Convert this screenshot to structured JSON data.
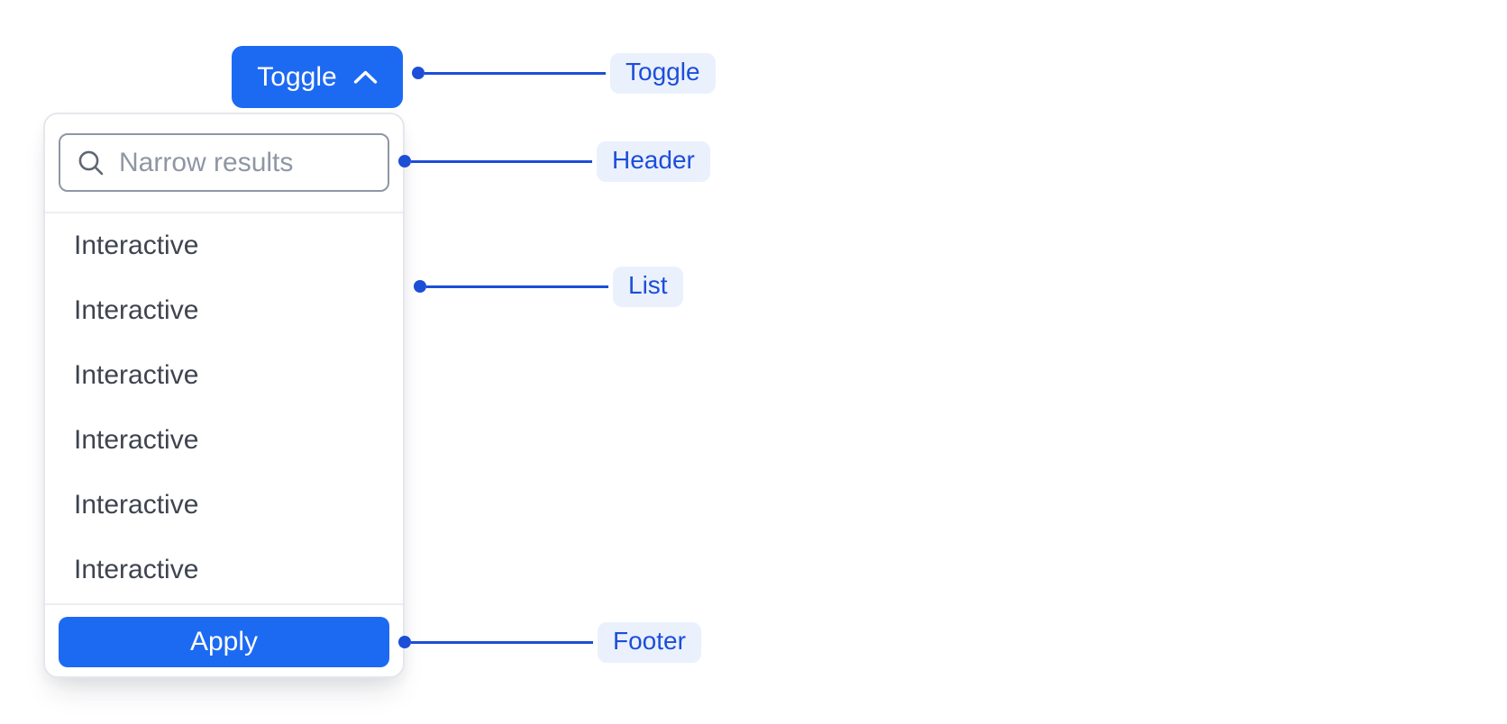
{
  "toggle_button": {
    "label": "Toggle"
  },
  "dropdown": {
    "search_placeholder": "Narrow results",
    "items": [
      "Interactive",
      "Interactive",
      "Interactive",
      "Interactive",
      "Interactive",
      "Interactive"
    ],
    "apply_label": "Apply"
  },
  "annotations": {
    "toggle": "Toggle",
    "header": "Header",
    "list": "List",
    "footer": "Footer"
  },
  "colors": {
    "primary_blue": "#1d6af2",
    "annotation_blue": "#1d4ed8",
    "annotation_pill_bg": "#eaf1fd",
    "list_text": "#3e4450",
    "placeholder_text": "#8f96a4",
    "input_border": "#8f96a4",
    "panel_border": "#e5e7ec",
    "divider": "#eceef2"
  }
}
